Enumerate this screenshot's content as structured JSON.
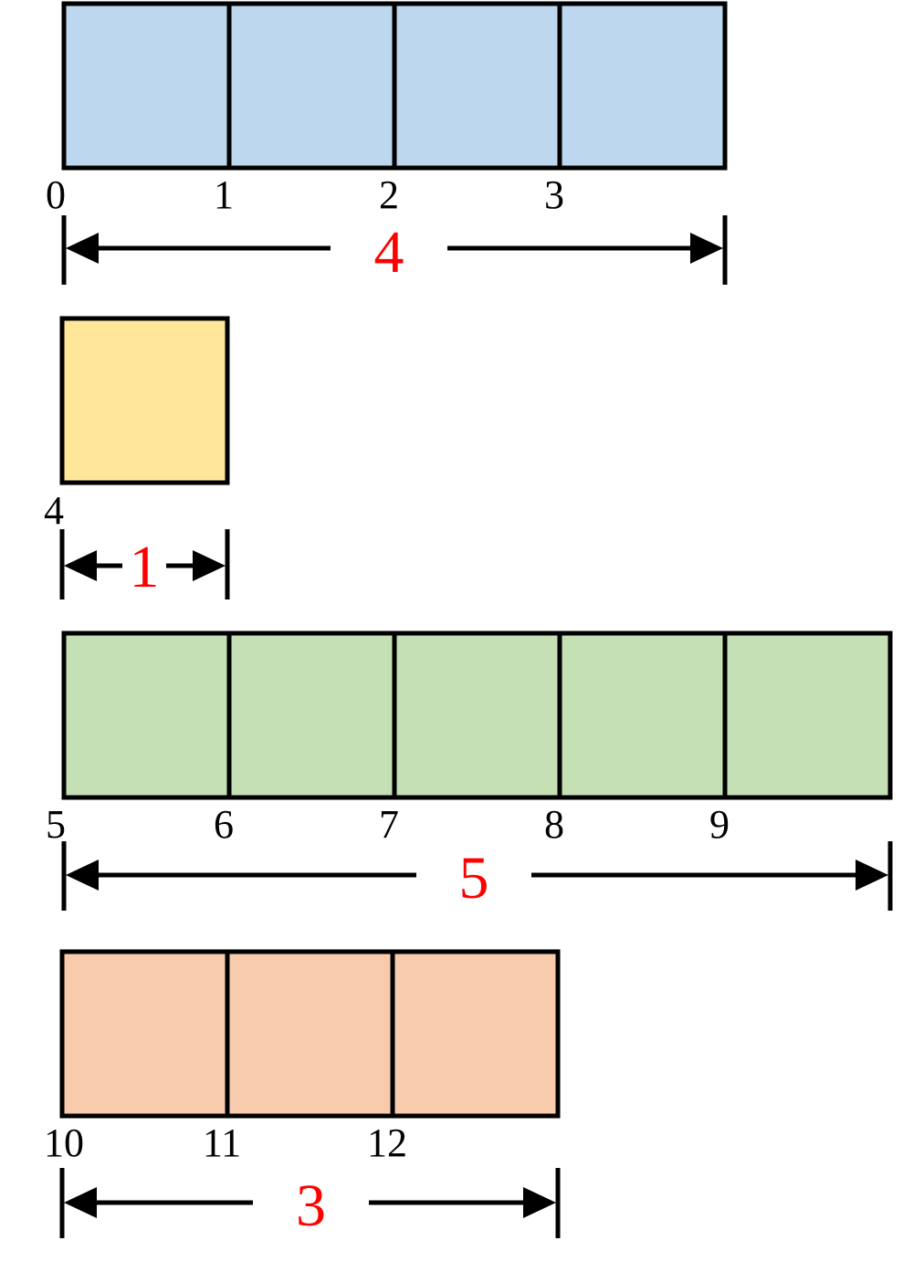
{
  "colors": {
    "label": "#ff0000",
    "stroke": "#000000"
  },
  "rows": [
    {
      "cells": 4,
      "fill": "#bdd7ee",
      "ticks": [
        "0",
        "1",
        "2",
        "3"
      ],
      "length_label": "4"
    },
    {
      "cells": 1,
      "fill": "#ffe699",
      "ticks": [
        "4"
      ],
      "length_label": "1"
    },
    {
      "cells": 5,
      "fill": "#c5e0b4",
      "ticks": [
        "5",
        "6",
        "7",
        "8",
        "9"
      ],
      "length_label": "5"
    },
    {
      "cells": 3,
      "fill": "#f8cbad",
      "ticks": [
        "10",
        "11",
        "12"
      ],
      "length_label": "3"
    }
  ]
}
